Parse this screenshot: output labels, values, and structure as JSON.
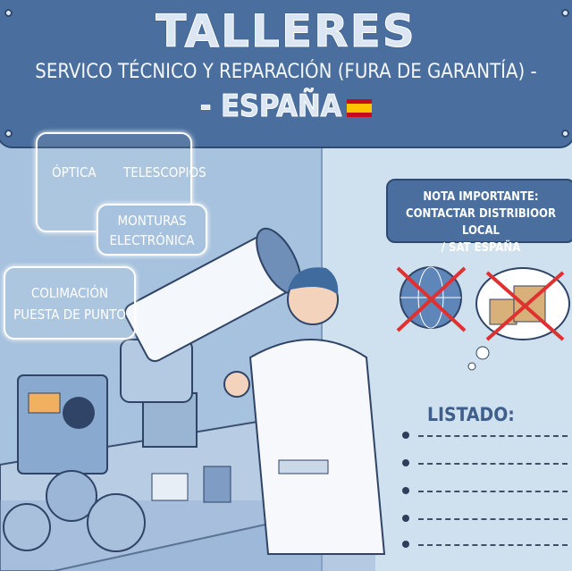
{
  "header": {
    "title": "TALLERES",
    "subtitle": "SERVICO TÉCNICO Y REPARACIÓN (FURA DE GARANTÍA) -",
    "country": "- ESPAÑA",
    "flag_icon": "spain-flag-icon"
  },
  "bubbles": {
    "optica": "ÓPTICA",
    "telescopios": "TELESCOPIOS",
    "monturas": "MONTURAS",
    "electronica": "ELECTRÓNICA",
    "colimacion": "COLIMACIÓN",
    "puesta": "PUESTA DE PUNTO"
  },
  "note": {
    "line1": "NOTA IMPORTANTE:",
    "line2": "CONTACTAR DISTRIBIOOR LOCAL",
    "line3": "/ SAT ESPAÑA"
  },
  "icons": [
    "crossed-globe-icon",
    "crossed-shipping-boxes-icon"
  ],
  "list": {
    "title": "LISTADO:",
    "items": 5
  },
  "colors": {
    "header": "#4a6f9e",
    "background": "#c9dcec",
    "cross": "#e03030"
  }
}
